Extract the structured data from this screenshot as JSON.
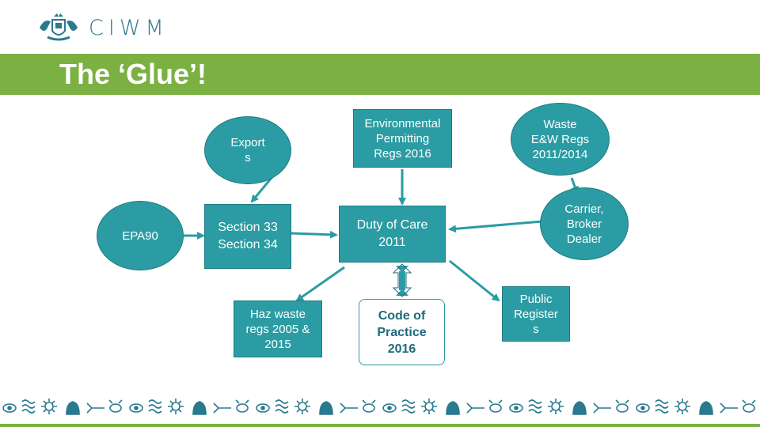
{
  "brand": {
    "logo_text": "CIWM",
    "logo_icon": "crest-icon",
    "accent": "#2b9ca3",
    "banner_color": "#7bb042"
  },
  "slide": {
    "title": "The ‘Glue’!"
  },
  "nodes": {
    "export": "Export\ns",
    "epa90": "EPA90",
    "section": "Section 33\nSection 34",
    "haz": "Haz waste\nregs 2005 &\n2015",
    "env": "Environmental\nPermitting\nRegs 2016",
    "duty": "Duty of Care\n2011",
    "cop": "Code of\nPractice\n2016",
    "waste": "Waste\nE&W Regs\n2011/2014",
    "carrier": "Carrier,\nBroker\nDealer",
    "public": "Public\nRegister\ns"
  },
  "footer": {
    "pattern_icon": "nature-pattern-icon"
  }
}
